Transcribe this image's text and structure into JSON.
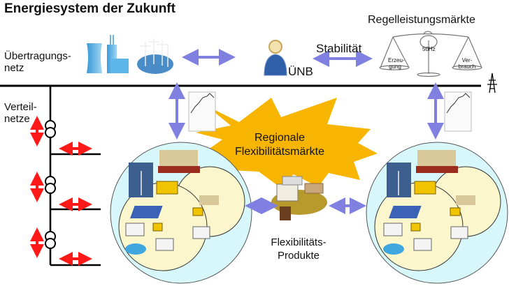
{
  "title": "Energiesystem der Zukunft",
  "transmission": {
    "label_line1": "Übertragungs-",
    "label_line2": "netz",
    "operator_label": "ÜNB",
    "stability_label": "Stabilität"
  },
  "balancing_market": {
    "title": "Regelleistungsmärkte",
    "left_pan_line1": "Erzeu-",
    "left_pan_line2": "gung",
    "center_label": "50Hz",
    "right_pan_line1": "Ver-",
    "right_pan_line2": "brauch"
  },
  "distribution": {
    "label_line1": "Verteil-",
    "label_line2": "netze"
  },
  "regional_market": {
    "line1": "Regionale",
    "line2": "Flexibilitätsmärkte"
  },
  "products": {
    "line1": "Flexibilitäts-",
    "line2": "Produkte"
  },
  "colors": {
    "exchange_arrow": "#8080e0",
    "flex_arrow": "#ff1a1a",
    "starburst": "#f7b500",
    "outer_cell": "#d8f7fb",
    "inner_cell": "#fbf6cc",
    "grid_line": "#000000"
  }
}
